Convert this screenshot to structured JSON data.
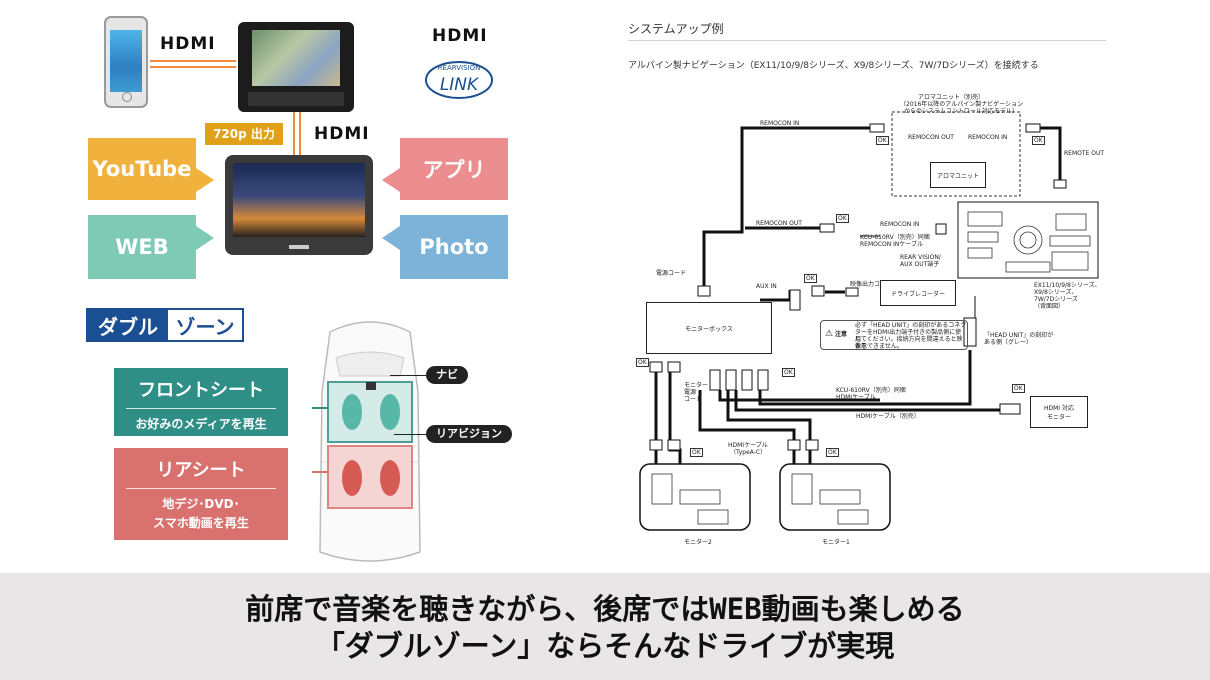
{
  "left": {
    "hdmi_logo_1": "HDMI",
    "hdmi_logo_2": "HDMI",
    "hdmi_logo_3": "HDMI",
    "rearvision_text": "REARVISION",
    "link_text": "LINK",
    "badge_720p": "720p 出力",
    "tiles": {
      "youtube": "YouTube",
      "web": "WEB",
      "app": "アプリ",
      "photo": "Photo"
    },
    "double_zone": {
      "part1": "ダブル",
      "part2": "ゾーン"
    },
    "front_seat": {
      "title": "フロントシート",
      "desc": "お好みのメディアを再生"
    },
    "rear_seat": {
      "title": "リアシート",
      "desc_line1": "地デジ･DVD･",
      "desc_line2": "スマホ動画を再生"
    },
    "tag_navi": "ナビ",
    "tag_rearvision": "リアビジョン",
    "colors": {
      "youtube": "#f0b23c",
      "web": "#7fcab5",
      "app": "#ec8e8f",
      "photo": "#7db3d8",
      "front": "#2f8f86",
      "rear": "#d9726f",
      "brand_blue": "#1b4f93"
    }
  },
  "diagram": {
    "title": "システムアップ例",
    "subtitle": "アルパイン製ナビゲーション（EX11/10/9/8シリーズ、X9/8シリーズ、7W/7Dシリーズ）を接続する",
    "aroma_note_1": "アロマユニット（別売）",
    "aroma_note_2": "（2016年以降のアルパイン製ナビゲーション",
    "aroma_note_3": "からのシステムコントロール対応モデル）",
    "aroma_unit": "アロマユニット",
    "remocon_in": "REMOCON IN",
    "remocon_out": "REMOCON OUT",
    "remote_out": "REMOTE OUT",
    "kcu_cable_1": "KCU-610RV（別売）同梱",
    "kcu_cable_2": "REMOCON INケーブル",
    "rear_vision_1": "REAR VISION/",
    "rear_vision_2": "AUX OUT端子",
    "power_cord": "電源コード",
    "aux_in": "AUX IN",
    "video_cable": "映像出力コード",
    "drive_recorder": "ドライブレコーダー",
    "monitor_box": "モニターボックス",
    "caution_label": "注意",
    "caution_1": "必ず「HEAD UNIT」の刻印があるコネク",
    "caution_2": "ターをHDMI出力端子付きの製品側に使用",
    "caution_3": "してください。接続方向を間違えると映像を",
    "caution_4": "表示できません。",
    "head_unit_1": "「HEAD UNIT」の刻印が",
    "head_unit_2": "ある側（グレー）",
    "ex_series_1": "EX11/10/9/8シリーズ、",
    "ex_series_2": "X9/8シリーズ、",
    "ex_series_3": "7W/7Dシリーズ",
    "ex_series_4": "（背面図）",
    "monitor_power_1": "モニター",
    "monitor_power_2": "電源",
    "monitor_power_3": "コード",
    "kcu_hdmi_1": "KCU-610RV（別売）同梱",
    "kcu_hdmi_2": "HDMIケーブル",
    "hdmi_cable_sep": "HDMIケーブル（別売）",
    "hdmi_monitor_1": "HDMI 対応",
    "hdmi_monitor_2": "モニター",
    "hdmi_typeac_1": "HDMIケーブル",
    "hdmi_typeac_2": "（TypeA-C）",
    "monitor_2": "モニター2",
    "monitor_1": "モニター1",
    "ok": "OK"
  },
  "caption": {
    "line1": "前席で音楽を聴きながら、後席ではWEB動画も楽しめる",
    "line2": "「ダブルゾーン」ならそんなドライブが実現"
  }
}
